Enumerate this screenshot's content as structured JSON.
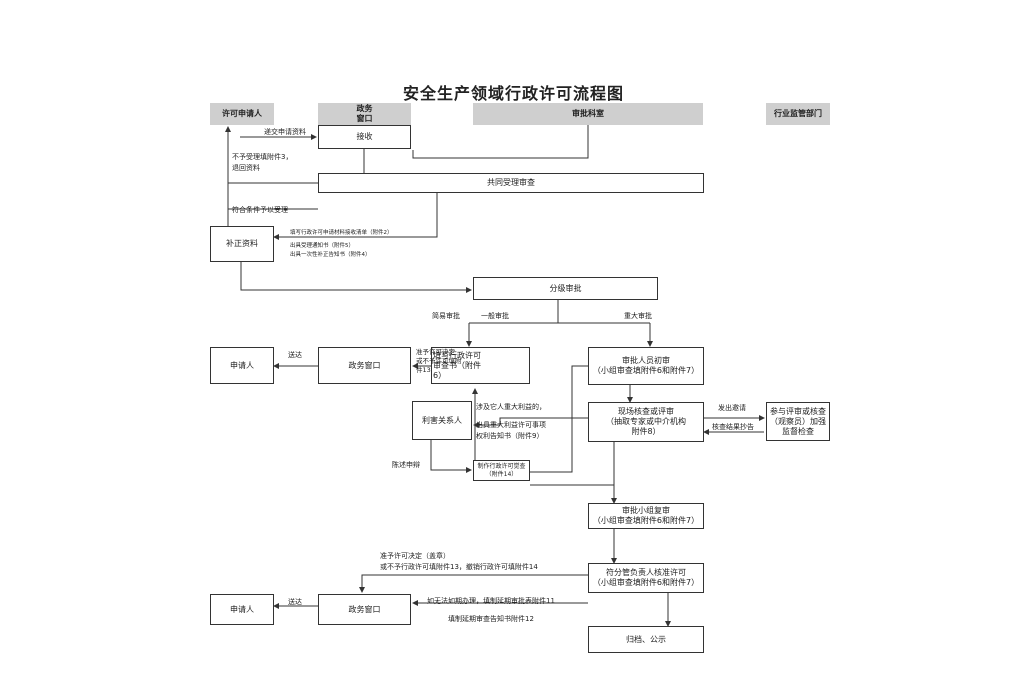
{
  "title": "安全生产领域行政许可流程图",
  "lanes": {
    "applicant": "许可申请人",
    "window": "政务\n窗口",
    "review": "审批科室",
    "supervision": "行业监管部门"
  },
  "boxes": {
    "receive": "接收",
    "joint_review": "共同受理审查",
    "correction": "补正资料",
    "graded_approval": "分级审批",
    "applicant_1": "申请人",
    "window_1": "政务窗口",
    "fill_review_book": "填写行政许可\n审查书（附件\n6）",
    "first_review": "审批人员初审\n（小组审查填附件6和附件7）",
    "interested_party": "利害关系人",
    "site_check": "现场核查或评审\n（抽取专家或中介机构\n附件8）",
    "participate": "参与评审或核查\n（观察员）加强\n监督检查",
    "make_decision": "制作行政许可觉查\n（附件14）",
    "group_recheck": "审批小组复审\n（小组审查填附件6和附件7）",
    "leader_approve": "符分管负责人核准许可\n（小组审查填附件6和附件7）",
    "applicant_2": "申请人",
    "window_2": "政务窗口",
    "archive": "归档、公示"
  },
  "labels": {
    "submit": "递交申请资料",
    "reject": "不予受理填附件3，\n退回资料",
    "accept": "符合条件予以受理",
    "fill_form": "填写行政许可申请材料接收清单（附件2）",
    "notices": "出具受理通知书（附件5）\n出具一次性补正告知书（附件4）",
    "simple": "简易审批",
    "general": "一般审批",
    "major": "重大审批",
    "deliver_1": "送达",
    "grant_or_deny": "准予许可决定\n或不予许可填附\n件13",
    "interest": "涉及它人重大利益的，",
    "interest_notice": "出具重大利益许可事项\n权利告知书（附件9）",
    "invite": "发出邀请",
    "cc": "核查结果抄告",
    "defend": "陈述申辩",
    "final_decision": "准予许可决定（盖章）\n或不予行政许可填附件13，撤销行政许可填附件14",
    "extend": "如无法如期办理，填制延期审批表附件11",
    "deliver_2": "送达",
    "extend_notice": "填制延期审查告知书附件12"
  }
}
